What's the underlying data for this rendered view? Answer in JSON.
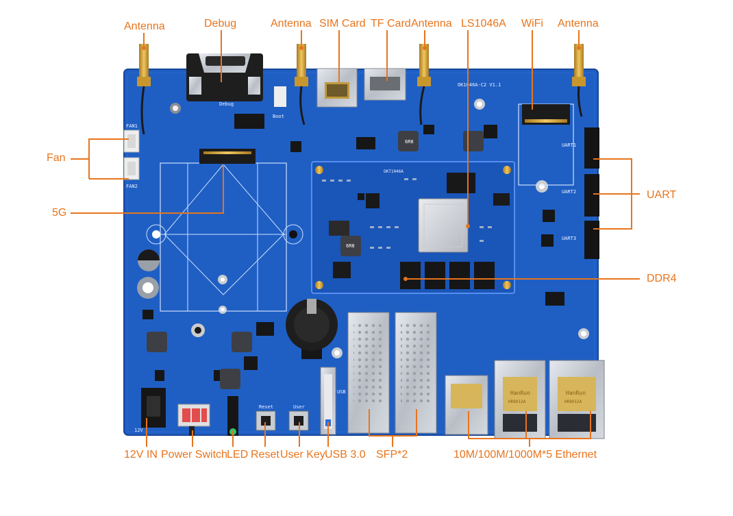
{
  "labels": {
    "antenna_1": "Antenna",
    "debug": "Debug",
    "antenna_2": "Antenna",
    "sim_card": "SIM Card",
    "tf_card": "TF Card",
    "antenna_3": "Antenna",
    "ls1046a": "LS1046A",
    "wifi": "WiFi",
    "antenna_4": "Antenna",
    "fan": "Fan",
    "g5": "5G",
    "uart": "UART",
    "ddr4": "DDR4",
    "in_12v": "12V IN",
    "power_switch": "Power Switch",
    "led": "LED",
    "reset": "Reset",
    "user_key": "User Key",
    "usb3": "USB 3.0",
    "sfp": "SFP*2",
    "ethernet": "10M/100M/1000M*5 Ethernet"
  },
  "board": {
    "model_silk": "OK1046A-C2 V1.1",
    "som_silk": "OKT1046A",
    "rj45_brand": "HanRun",
    "rj45_part": "HR8012A",
    "inductor_code": "6R8",
    "label_fan1": "FAN1",
    "label_fan2": "FAN2",
    "label_uart1": "UART1",
    "label_uart2": "UART2",
    "label_uart3": "UART3",
    "label_debug": "Debug",
    "label_boot": "Boot",
    "label_reset": "Reset",
    "label_user": "User",
    "label_12v": "12V",
    "label_usb": "USB"
  },
  "colors": {
    "accent": "#e8741c",
    "pcb": "#1f5fc4",
    "pcb_dark": "#1a4fa8",
    "silk": "#eef3ff",
    "gold": "#d9a53a",
    "chip": "#1c1c1c",
    "metal": "#c8ccd2"
  }
}
